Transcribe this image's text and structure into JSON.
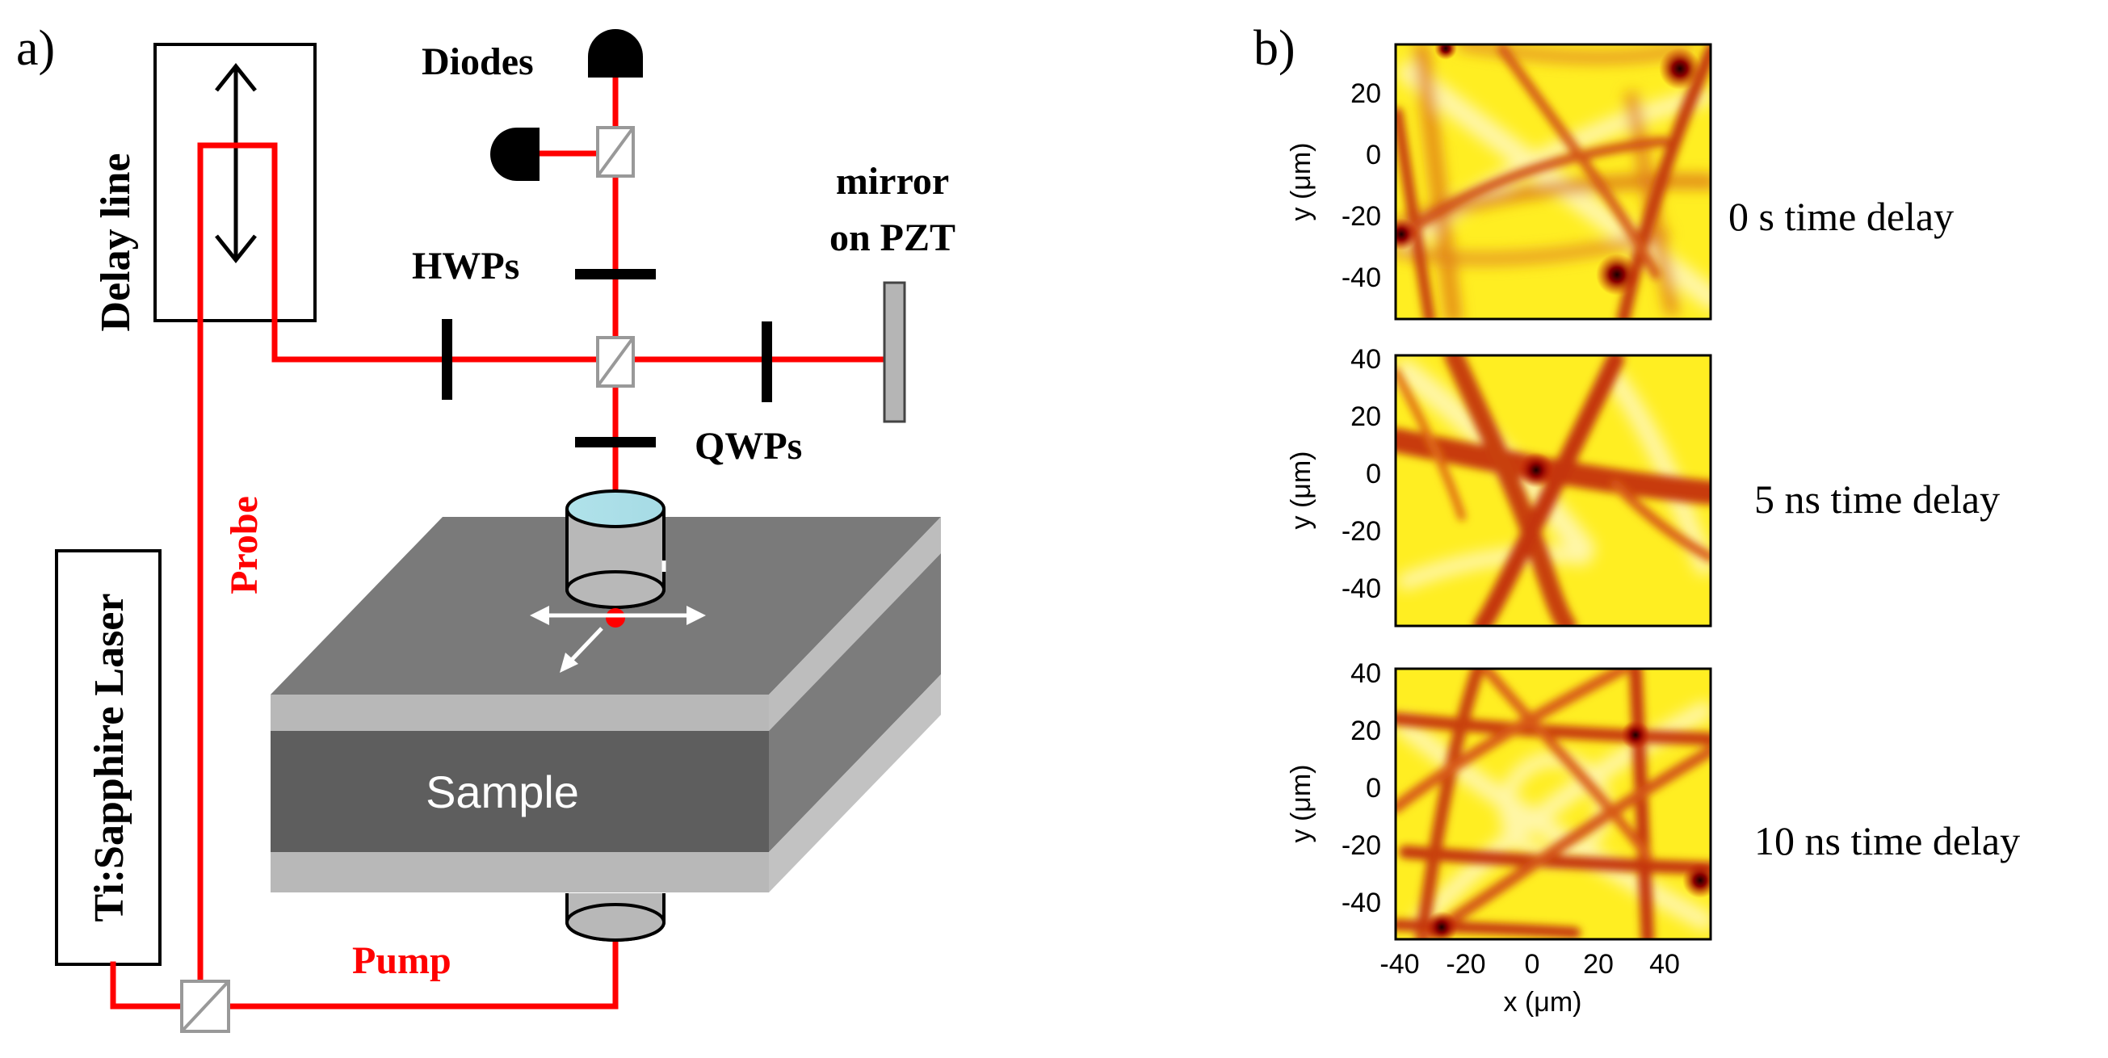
{
  "panel_a": {
    "label": "a)",
    "delay_line": "Delay line",
    "diodes": "Diodes",
    "hwps": "HWPs",
    "qwps": "QWPs",
    "mirror_line1": "mirror",
    "mirror_line2": "on PZT",
    "probe": "Probe",
    "pump": "Pump",
    "laser": "Ti:Sapphire Laser",
    "sample": "Sample",
    "beam_color": "#ff0000"
  },
  "panel_b": {
    "label": "b)",
    "maps": [
      {
        "ylabel": "y (μm)",
        "yticks": [
          "20",
          "0",
          "-20",
          "-40"
        ],
        "caption": "0 s time delay"
      },
      {
        "ylabel": "y (μm)",
        "yticks": [
          "40",
          "20",
          "0",
          "-20",
          "-40"
        ],
        "caption": "5 ns time delay"
      },
      {
        "ylabel": "y (μm)",
        "yticks": [
          "40",
          "20",
          "0",
          "-20",
          "-40"
        ],
        "caption": "10 ns time delay"
      }
    ],
    "xticks": [
      "-40",
      "-20",
      "0",
      "20",
      "40"
    ],
    "xlabel": "x (μm)"
  }
}
